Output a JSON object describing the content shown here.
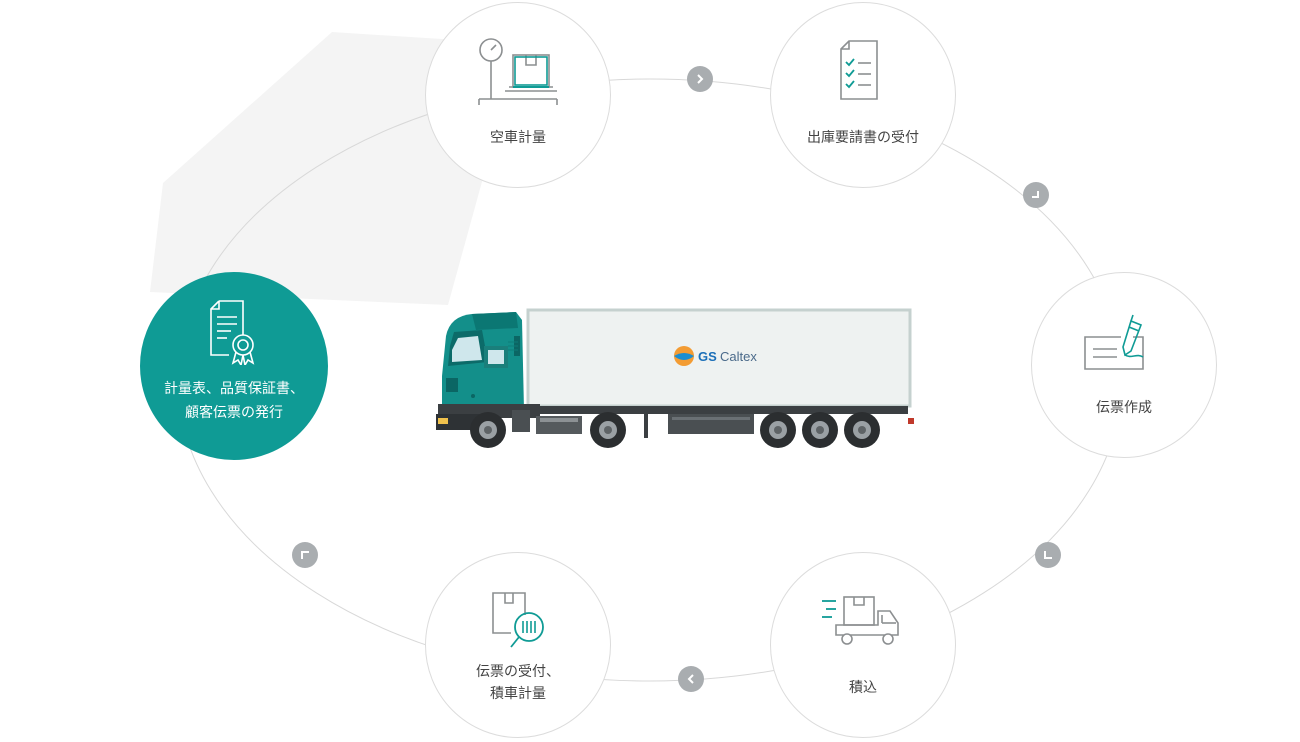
{
  "steps": [
    {
      "id": "empty-weighing",
      "label": "空車計量",
      "icon": "scale-box-icon"
    },
    {
      "id": "order-receipt",
      "label": "出庫要請書の受付",
      "icon": "checklist-icon"
    },
    {
      "id": "slip-creation",
      "label": "伝票作成",
      "icon": "signature-pen-icon"
    },
    {
      "id": "loading",
      "label": "積込",
      "icon": "delivery-truck-icon"
    },
    {
      "id": "slip-receipt",
      "label": "伝票の受付、\n積車計量",
      "icon": "box-barcode-scan-icon"
    },
    {
      "id": "issue-documents",
      "label": "計量表、品質保証書、\n顧客伝票の発行",
      "icon": "certificate-icon",
      "active": true
    }
  ],
  "truck": {
    "brand": "GS Caltex",
    "brand_mark": "GS",
    "brand_name": "Caltex"
  },
  "colors": {
    "accent": "#0f9b95",
    "arrow": "#a9adb0",
    "ring": "#d6d6d6",
    "label": "#444444"
  }
}
